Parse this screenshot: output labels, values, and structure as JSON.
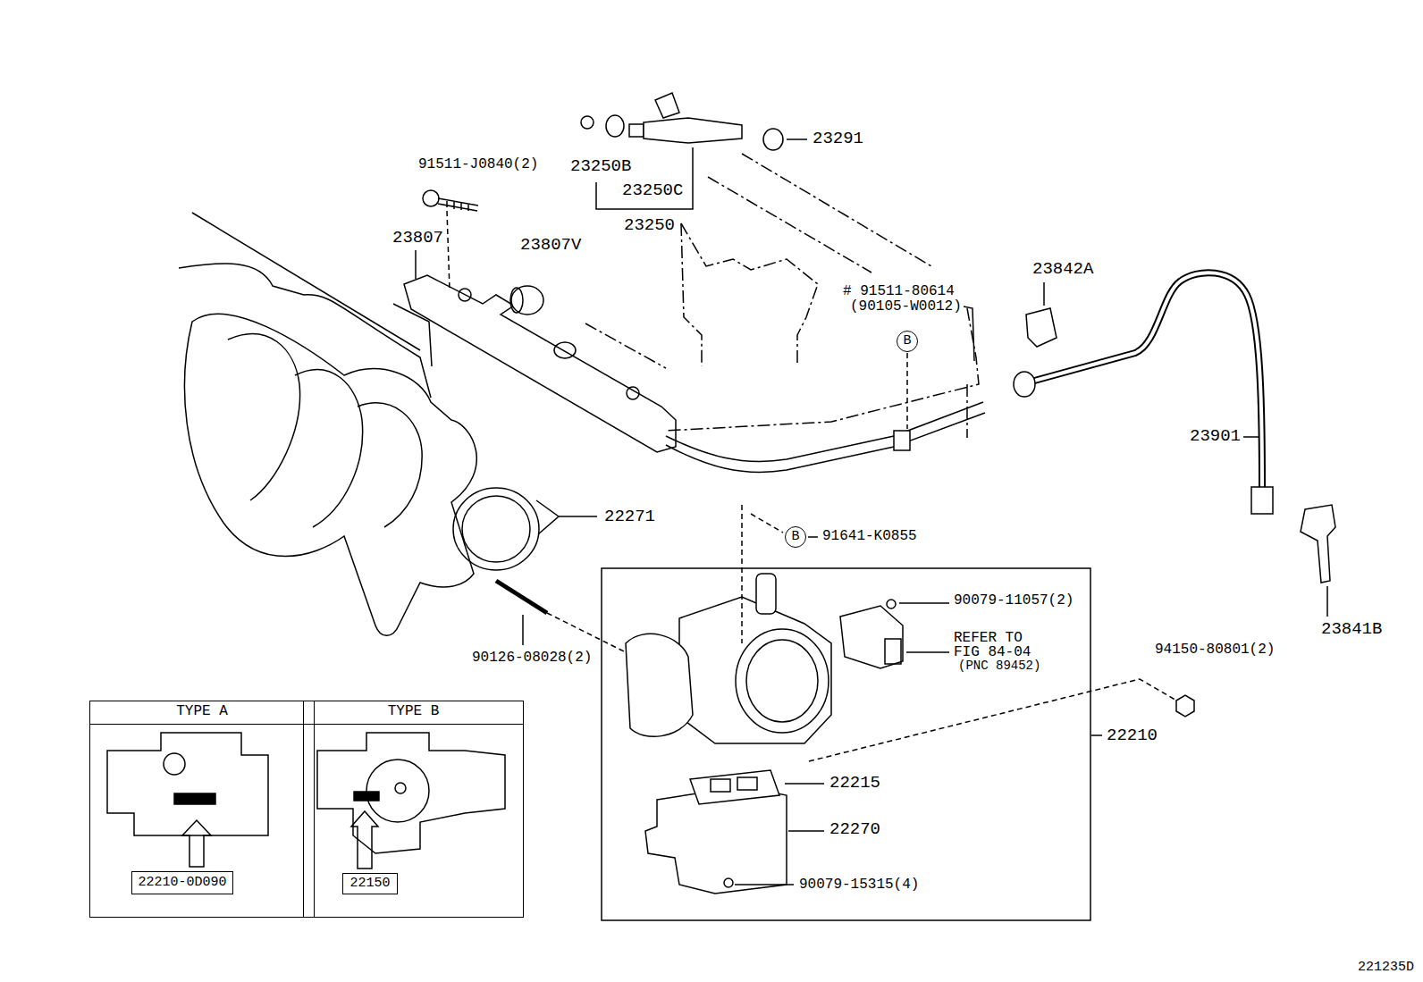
{
  "diagram": {
    "nodes": [
      {
        "text": [
          "B"
        ]
      },
      {
        "text": [
          "B"
        ]
      },
      {
        "text": [
          "TYPE A"
        ]
      },
      {
        "text": [
          "22210-0D090"
        ],
        "in": 2
      },
      {
        "text": [
          "TYPE B"
        ]
      },
      {
        "text": [
          "22150"
        ],
        "in": 4
      }
    ],
    "labels": [
      "23291",
      "91511-J0840(2)",
      "23250B",
      "23250C",
      "23250",
      "23807",
      "23807V",
      "23842A",
      "# 91511-80614",
      "(90105-W0012)",
      "23901",
      "22271",
      "91641-K0855",
      "90079-11057(2)",
      "23841B",
      "REFER TO",
      "FIG 84-04",
      "(PNC 89452)",
      "94150-80801(2)",
      "90126-08028(2)",
      "22210",
      "22215",
      "22270",
      "90079-15315(4)",
      "221235D"
    ]
  }
}
